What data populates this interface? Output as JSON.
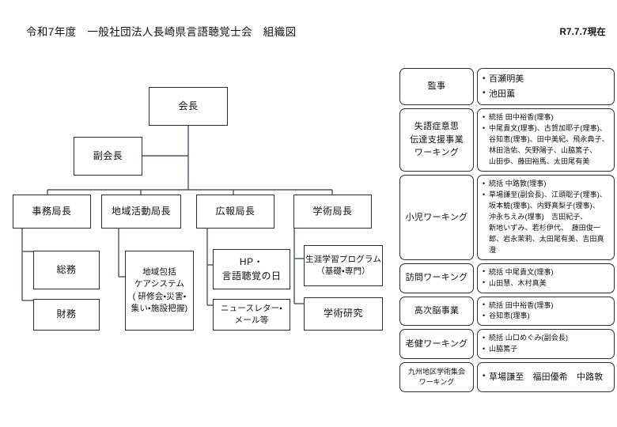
{
  "header": {
    "title": "令和7年度　一般社団法人長崎県言語聴覚士会　組織図",
    "date": "R7.7.7現在"
  },
  "org_chart": {
    "nodes": [
      {
        "id": "president",
        "lines": [
          "会長"
        ]
      },
      {
        "id": "vice-president",
        "lines": [
          "副会長"
        ]
      },
      {
        "id": "office-chief",
        "lines": [
          "事務局長"
        ]
      },
      {
        "id": "regional-chief",
        "lines": [
          "地域活動局長"
        ]
      },
      {
        "id": "pr-chief",
        "lines": [
          "広報局長"
        ]
      },
      {
        "id": "academic-chief",
        "lines": [
          "学術局長"
        ]
      },
      {
        "id": "general-affairs",
        "lines": [
          "総務"
        ]
      },
      {
        "id": "finance",
        "lines": [
          "財務"
        ]
      },
      {
        "id": "community-care",
        "lines": [
          "地域包括",
          "ケアシステム",
          "( 研修会・災害・",
          "集い・施設把握)"
        ]
      },
      {
        "id": "hp-st-day",
        "lines": [
          "HP・",
          "言語聴覚の日"
        ]
      },
      {
        "id": "newsletter",
        "lines": [
          "ニュースレター・",
          "メール等"
        ]
      },
      {
        "id": "lifelong-program",
        "lines": [
          "生涯学習プログラム",
          "（基礎・専門）"
        ]
      },
      {
        "id": "academic-research",
        "lines": [
          "学術研究"
        ]
      }
    ]
  },
  "working_groups": {
    "rows": [
      {
        "id": "auditor",
        "label_lines": [
          "監事"
        ],
        "members": [
          "百瀬明美",
          "池田薫"
        ],
        "size": "big"
      },
      {
        "id": "aphasia-communication-support",
        "label_lines": [
          "失語症意思",
          "伝達支援事業",
          "ワーキング"
        ],
        "members": [
          "統括 田中裕香(理事)",
          "中尾貴文(理事)、古賀加耶子(理事)、谷知恵(理事)、田中美紀、飛永典子、林田浩佑、矢野陽子、山脇篤子、　　山田歩、藤田裕馬、太田尾有美"
        ],
        "size": "small"
      },
      {
        "id": "pediatric-working",
        "label_lines": [
          "小児ワーキング"
        ],
        "members": [
          "統括 中路敦(理事)",
          "草場謙至(副会長)、江頭聡子(理事)、坂本鮠(理事)、内野真梨子(理事)、　沖永ちえみ(理事)　吉田紀子、　　　新地いずみ、若杉伊代、　藤田俊一郎、岩永茉莉、太田尾有美、吉田真澄"
        ],
        "size": "small"
      },
      {
        "id": "home-visit-working",
        "label_lines": [
          "訪問ワーキング"
        ],
        "members": [
          "統括 中尾貴文(理事)",
          "山田慧、木村真美"
        ],
        "size": "mid"
      },
      {
        "id": "higher-brain-project",
        "label_lines": [
          "高次脳事業"
        ],
        "members": [
          "統括 田中裕香(理事)",
          "谷知恵(理事)"
        ],
        "size": "mid"
      },
      {
        "id": "geriatric-health-working",
        "label_lines": [
          "老健ワーキング"
        ],
        "members": [
          "統括 山口めぐみ(副会長)",
          "山脇篤子"
        ],
        "size": "mid"
      },
      {
        "id": "kyushu-academic-meeting-working",
        "label_lines": [
          "九州地区学術集会",
          "ワーキング"
        ],
        "members": [
          "草場謙至　福田優希　中路敦"
        ],
        "size": "big"
      }
    ]
  }
}
